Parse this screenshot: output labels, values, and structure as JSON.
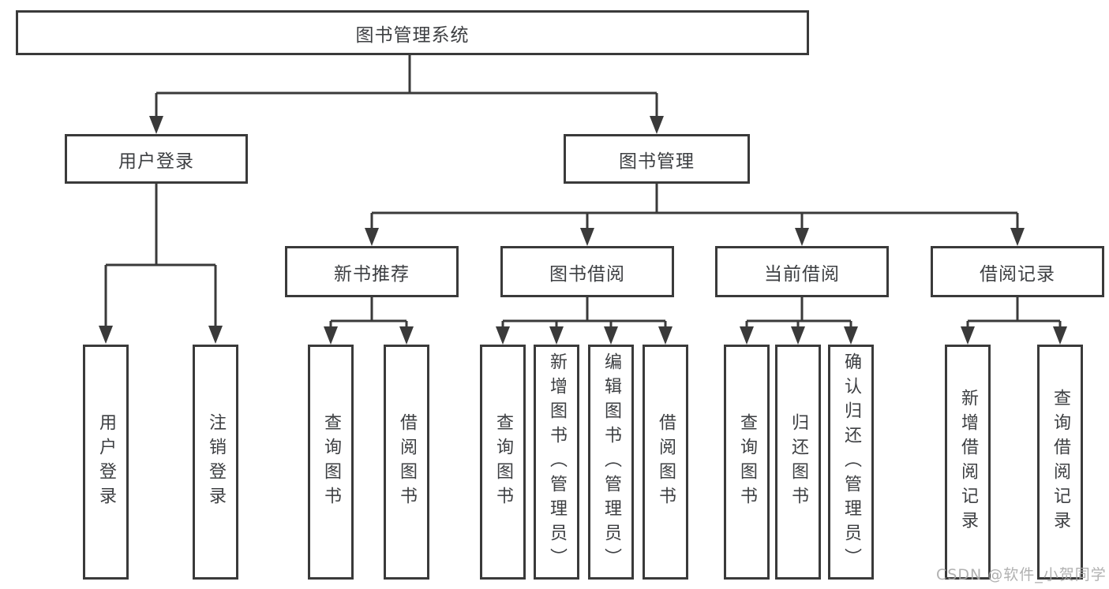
{
  "colors": {
    "line": "#3a3a3a",
    "text": "#3d3f42",
    "background": "#ffffff",
    "watermark": "#a9a9a9"
  },
  "tree": {
    "root": {
      "label": "图书管理系统"
    },
    "branches": [
      {
        "label": "用户登录",
        "children": [
          {
            "label": "用户登录"
          },
          {
            "label": "注销登录"
          }
        ]
      },
      {
        "label": "图书管理",
        "children": [
          {
            "label": "新书推荐",
            "children": [
              {
                "label": "查询图书"
              },
              {
                "label": "借阅图书"
              }
            ]
          },
          {
            "label": "图书借阅",
            "children": [
              {
                "label": "查询图书"
              },
              {
                "label": "新增图书（管理员）"
              },
              {
                "label": "编辑图书（管理员）"
              },
              {
                "label": "借阅图书"
              }
            ]
          },
          {
            "label": "当前借阅",
            "children": [
              {
                "label": "查询图书"
              },
              {
                "label": "归还图书"
              },
              {
                "label": "确认归还（管理员）"
              }
            ]
          },
          {
            "label": "借阅记录",
            "children": [
              {
                "label": "新增借阅记录"
              },
              {
                "label": "查询借阅记录"
              }
            ]
          }
        ]
      }
    ]
  },
  "watermark": {
    "text": "CSDN @软件_小贺同学"
  }
}
